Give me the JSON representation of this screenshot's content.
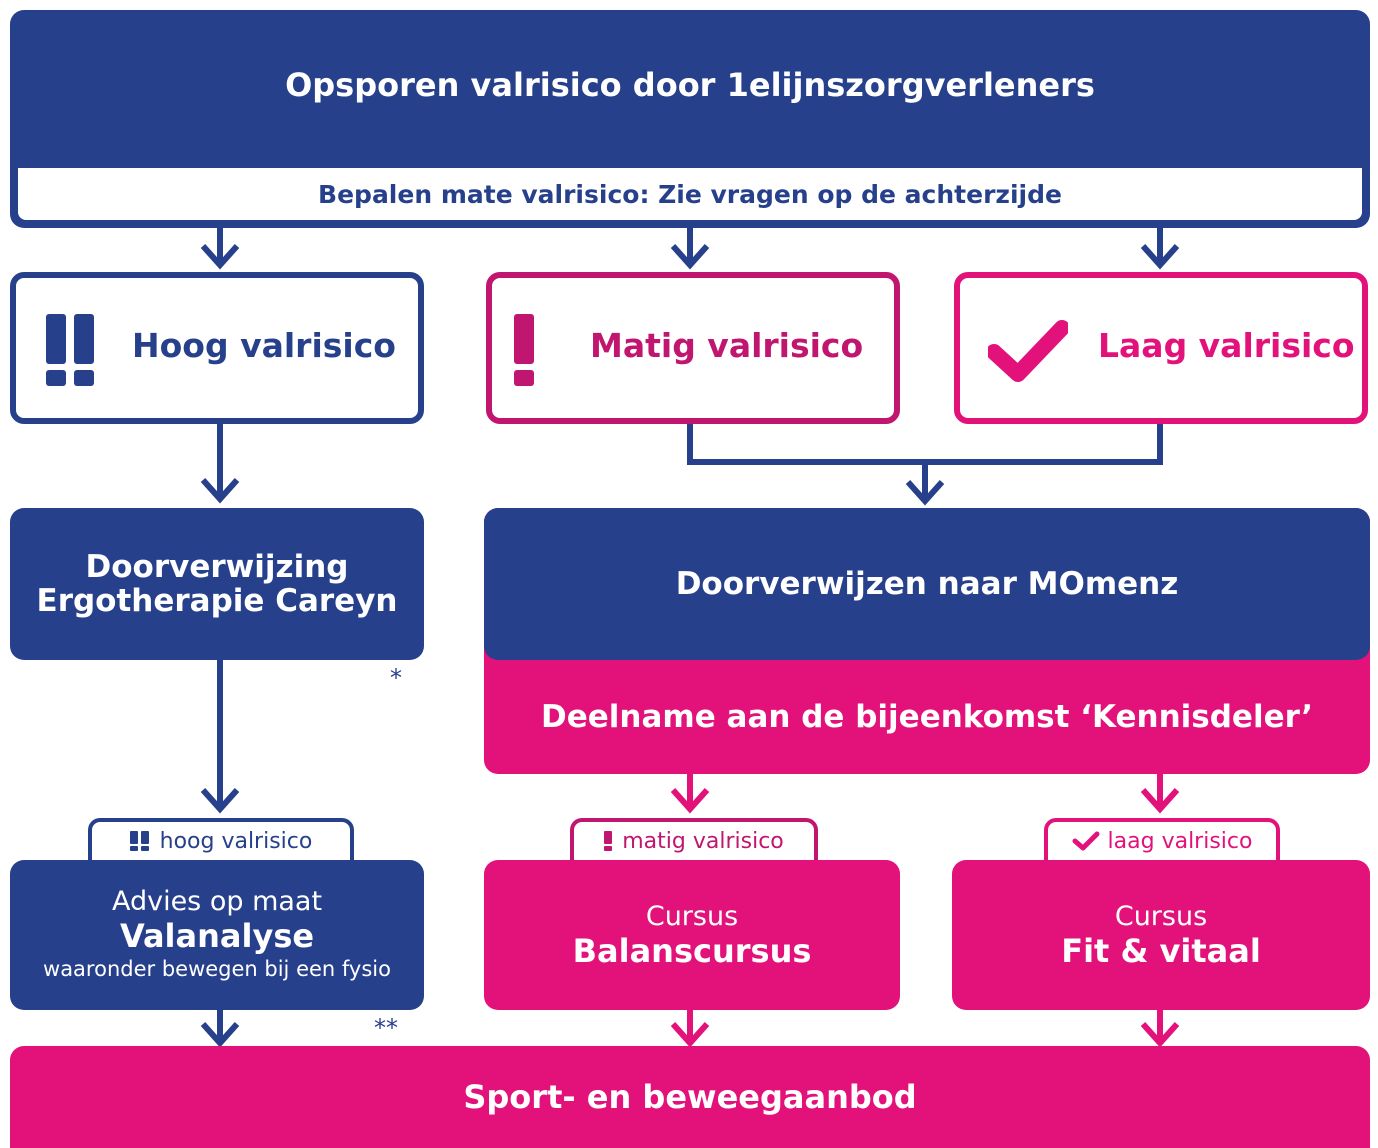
{
  "colors": {
    "navy": "#27408b",
    "pink": "#e3127b",
    "magenta": "#c0166f"
  },
  "top": {
    "title": "Opsporen valrisico door 1elijnszorgverleners",
    "subtitle": "Bepalen mate valrisico: Zie vragen op de achterzijde"
  },
  "risk": {
    "high": {
      "label": "Hoog valrisico",
      "icon": "double-exclamation-icon"
    },
    "medium": {
      "label": "Matig valrisico",
      "icon": "exclamation-icon"
    },
    "low": {
      "label": "Laag valrisico",
      "icon": "checkmark-icon"
    }
  },
  "referral": {
    "left_line1": "Doorverwijzing",
    "left_line2": "Ergotherapie Careyn",
    "left_note": "*",
    "right_title": "Doorverwijzen naar MOmenz",
    "right_sub": "Deelname aan de bijeenkomst ‘Kennisdeler’"
  },
  "tags": {
    "high": "hoog valrisico",
    "medium": "matig valrisico",
    "low": "laag valrisico"
  },
  "offers": {
    "left": {
      "pre": "Advies op maat",
      "main": "Valanalyse",
      "post": "waaronder bewegen bij een fysio",
      "note": "**"
    },
    "middle": {
      "pre": "Cursus",
      "main": "Balanscursus"
    },
    "right": {
      "pre": "Cursus",
      "main": "Fit & vitaal"
    }
  },
  "bottom": {
    "title": "Sport- en beweegaanbod"
  }
}
